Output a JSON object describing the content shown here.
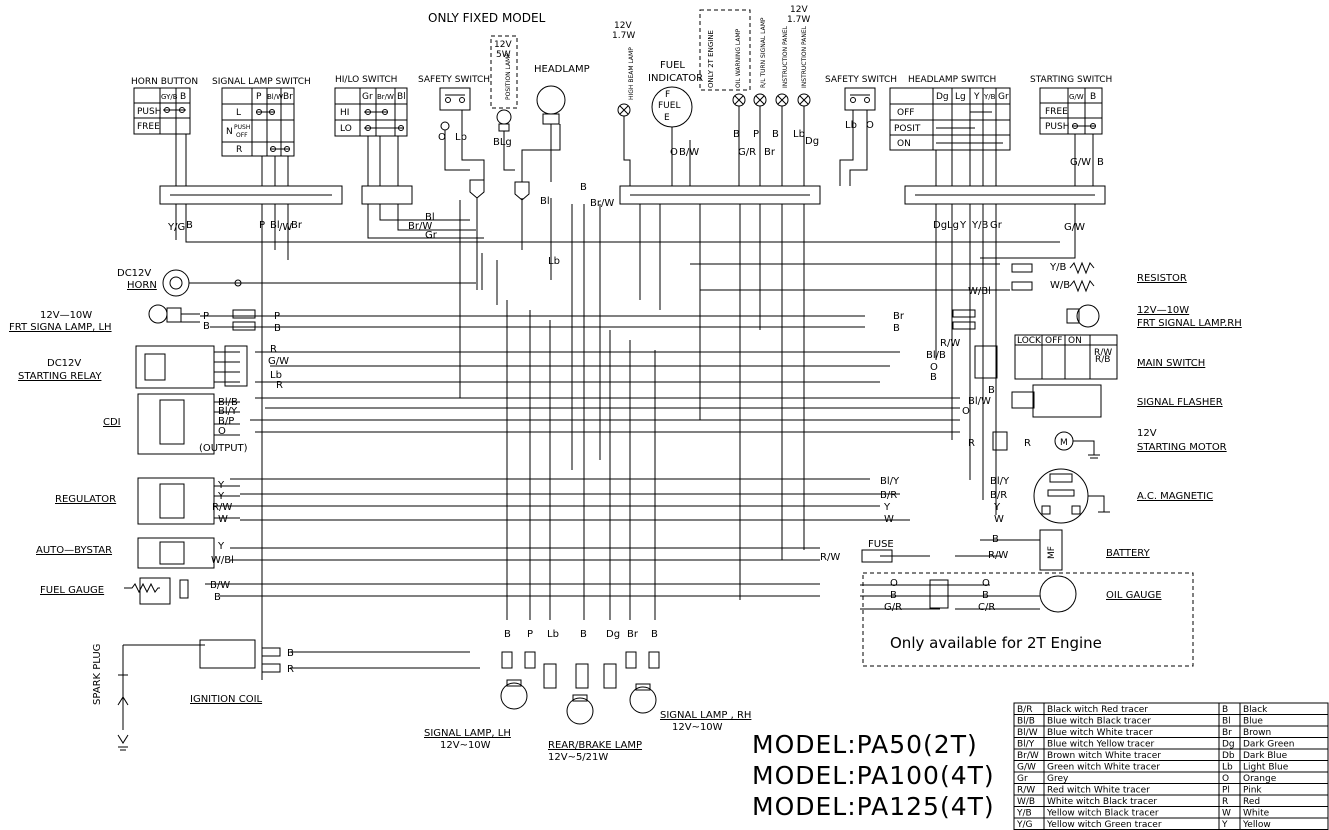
{
  "top": {
    "only_fixed_model": "ONLY FIXED MODEL",
    "position_lamp_rating": [
      "12V",
      "5W"
    ],
    "position_lamp": "POSITION LAMP",
    "headlamp": "HEADLAMP",
    "high_beam_rating": [
      "12V",
      "1.7W"
    ],
    "high_beam": "HIGH BEAM LAMP",
    "fuel_indicator": [
      "FUEL",
      "INDICATOR"
    ],
    "only_2t_engine": "ONLY 2T ENGINE",
    "oil_warning": "OIL WARNING LAMP",
    "turn_signal": "R/L TURN SIGNAL LAMP",
    "instruction_panel": "INSTRUCTION PANEL",
    "panel_rating": [
      "12V",
      "1.7W"
    ]
  },
  "switches": {
    "horn_button": {
      "title": "HORN BUTTON",
      "head": [
        "GY/B",
        "B"
      ],
      "rows": [
        "PUSH",
        "FREE"
      ]
    },
    "signal_lamp_switch": {
      "title": "SIGNAL LAMP SWITCH",
      "head": [
        "P",
        "Bl/W",
        "Br"
      ],
      "rows": [
        "L",
        "N",
        "R"
      ],
      "n_sub": "PUSH OFF"
    },
    "hilo_switch": {
      "title": "HI/LO SWITCH",
      "head": [
        "Gr",
        "Br/W",
        "Bl"
      ],
      "rows": [
        "HI",
        "LO"
      ]
    },
    "safety_switch_l": {
      "title": "SAFETY SWITCH"
    },
    "safety_switch_r": {
      "title": "SAFETY SWITCH"
    },
    "headlamp_switch": {
      "title": "HEADLAMP SWITCH",
      "head": [
        "Dg",
        "Lg",
        "Y",
        "Y/B",
        "Gr"
      ],
      "rows": [
        "OFF",
        "POSIT",
        "ON"
      ]
    },
    "starting_switch": {
      "title": "STARTING SWITCH",
      "head": [
        "G/W",
        "B"
      ],
      "rows": [
        "FREE",
        "PUSH"
      ]
    }
  },
  "left": {
    "horn": [
      "DC12V",
      "HORN"
    ],
    "frt_lh": [
      "12V—10W",
      "FRT SIGNA LAMP, LH"
    ],
    "relay": [
      "DC12V",
      "STARTING RELAY"
    ],
    "cdi": "CDI",
    "cdi_output": "(OUTPUT)",
    "regulator": "REGULATOR",
    "autobystar": "AUTO—BYSTAR",
    "fuel_gauge": "FUEL GAUGE",
    "spark_plug": "SPARK PLUG",
    "ignition_coil": "IGNITION COIL"
  },
  "right": {
    "resistor": "RESISTOR",
    "frt_rh": [
      "12V—10W",
      "FRT SIGNAL LAMP.RH"
    ],
    "main_switch": "MAIN SWITCH",
    "main_switch_head": [
      "LOCK",
      "OFF",
      "ON"
    ],
    "signal_flasher": "SIGNAL FLASHER",
    "starting_motor": [
      "12V",
      "STARTING MOTOR"
    ],
    "ac_magnetic": "A.C. MAGNETIC",
    "battery": "BATTERY",
    "fuse": "FUSE",
    "oil_gauge": "OIL GAUGE",
    "only_2t_note": "Only available for 2T Engine"
  },
  "bottom": {
    "signal_lh": [
      "SIGNAL LAMP, LH",
      "12V~10W"
    ],
    "rear_brake": [
      "REAR/BRAKE LAMP",
      "12V~5/21W"
    ],
    "signal_rh": [
      "SIGNAL LAMP , RH",
      "12V~10W"
    ],
    "connector_labels": [
      "B",
      "P",
      "Lb",
      "B",
      "Dg",
      "Br",
      "B"
    ]
  },
  "models": [
    "MODEL:PA50(2T)",
    "MODEL:PA100(4T)",
    "MODEL:PA125(4T)"
  ],
  "legend_left": [
    [
      "B/R",
      "Black witch Red tracer"
    ],
    [
      "Bl/B",
      "Blue witch Black tracer"
    ],
    [
      "Bl/W",
      "Blue witch White tracer"
    ],
    [
      "Bl/Y",
      "Blue witch Yellow tracer"
    ],
    [
      "Br/W",
      "Brown witch White tracer"
    ],
    [
      "G/W",
      "Green witch White tracer"
    ],
    [
      "Gr",
      "Grey"
    ],
    [
      "R/W",
      "Red witch White tracer"
    ],
    [
      "W/B",
      "White witch Black tracer"
    ],
    [
      "Y/B",
      "Yellow witch Black tracer"
    ],
    [
      "Y/G",
      "Yellow witch Green tracer"
    ]
  ],
  "legend_right": [
    [
      "B",
      "Black"
    ],
    [
      "Bl",
      "Blue"
    ],
    [
      "Br",
      "Brown"
    ],
    [
      "Dg",
      "Dark Green"
    ],
    [
      "Db",
      "Dark Blue"
    ],
    [
      "Lb",
      "Light Blue"
    ],
    [
      "O",
      "Orange"
    ],
    [
      "Pl",
      "Pink"
    ],
    [
      "R",
      "Red"
    ],
    [
      "W",
      "White"
    ],
    [
      "Y",
      "Yellow"
    ]
  ]
}
